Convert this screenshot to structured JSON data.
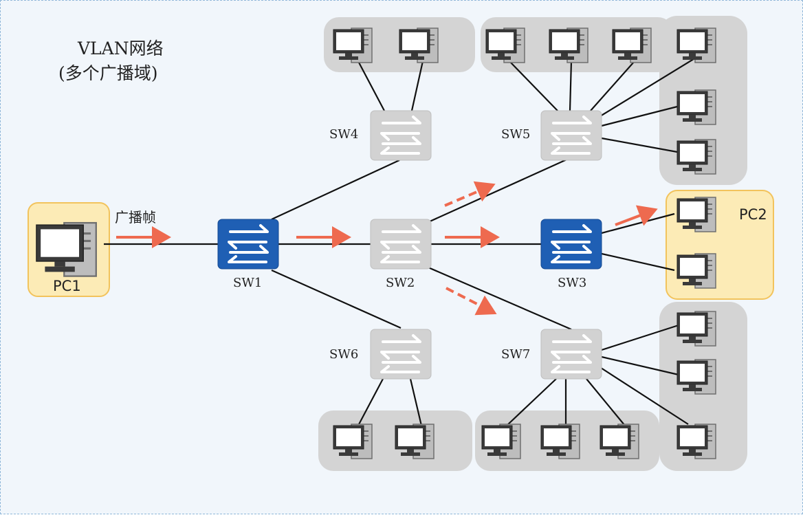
{
  "title": {
    "line1": "VLAN网络",
    "line2": "(多个广播域)"
  },
  "frame_label": "广播帧",
  "pcs": {
    "pc1": "PC1",
    "pc2": "PC2"
  },
  "switches": [
    {
      "id": "sw1",
      "label": "SW1",
      "highlighted": true
    },
    {
      "id": "sw2",
      "label": "SW2",
      "highlighted": false
    },
    {
      "id": "sw3",
      "label": "SW3",
      "highlighted": true
    },
    {
      "id": "sw4",
      "label": "SW4",
      "highlighted": false
    },
    {
      "id": "sw5",
      "label": "SW5",
      "highlighted": false
    },
    {
      "id": "sw6",
      "label": "SW6",
      "highlighted": false
    },
    {
      "id": "sw7",
      "label": "SW7",
      "highlighted": false
    }
  ],
  "colors": {
    "active_switch": "#1f5fb4",
    "inactive_switch": "#cfcfcf",
    "arrow": "#ee6a4f",
    "group_background": "#d4d4d4",
    "pc_highlight_fill": "#fcebb6",
    "pc_highlight_border": "#f2c35c",
    "link": "#111111"
  }
}
